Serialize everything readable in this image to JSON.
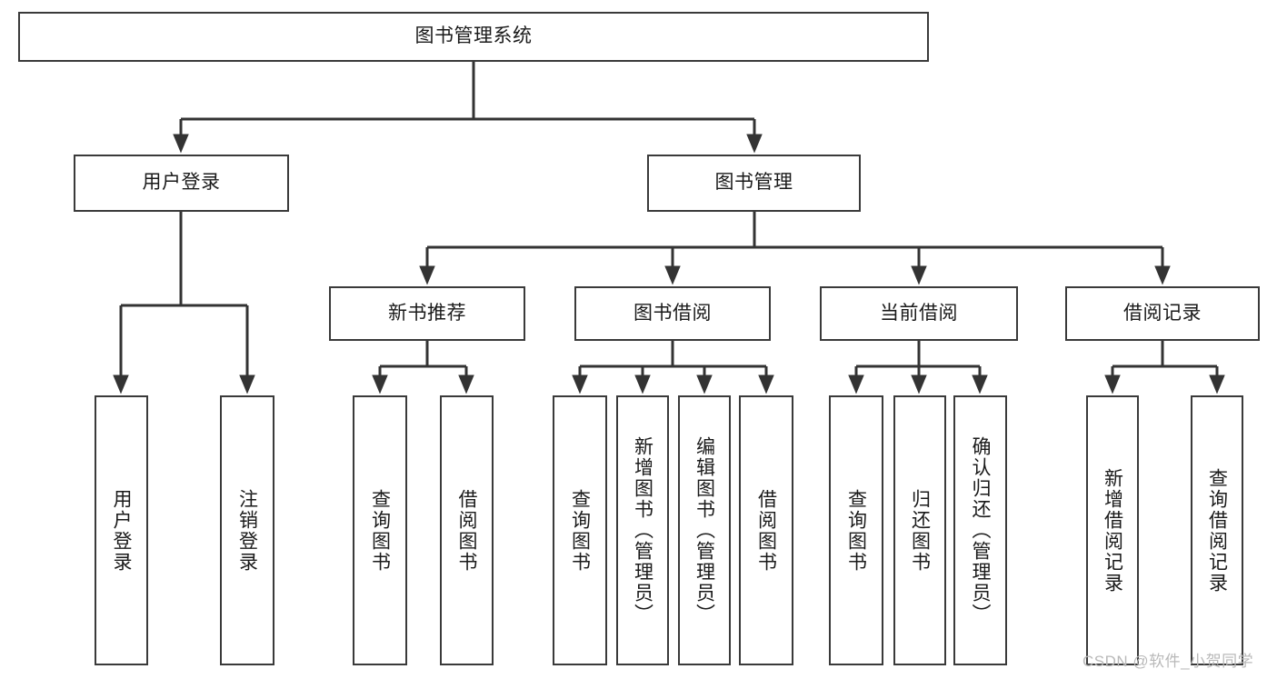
{
  "diagram": {
    "title": "图书管理系统",
    "type": "tree-hierarchy-chart",
    "watermark": "CSDN @软件_小贺同学",
    "colors": {
      "box_border": "#3a3a3a",
      "box_fill": "#ffffff",
      "edge": "#333333",
      "text": "#1a1a1a",
      "watermark": "#b9b9b9",
      "background": "#ffffff"
    },
    "nodes": {
      "root": {
        "label": "图书管理系统"
      },
      "level2": [
        {
          "id": "user-login",
          "label": "用户登录"
        },
        {
          "id": "book-manage",
          "label": "图书管理"
        }
      ],
      "level3": [
        {
          "id": "new-book-rec",
          "label": "新书推荐"
        },
        {
          "id": "book-borrow",
          "label": "图书借阅"
        },
        {
          "id": "current-borrow",
          "label": "当前借阅"
        },
        {
          "id": "borrow-record",
          "label": "借阅记录"
        }
      ],
      "leaves": {
        "user_login": [
          {
            "id": "leaf-user-login",
            "label": "用户登录"
          },
          {
            "id": "leaf-logout-login",
            "label": "注销登录"
          }
        ],
        "new_book_rec": [
          {
            "id": "leaf-query-book-1",
            "label": "查询图书"
          },
          {
            "id": "leaf-borrow-book-1",
            "label": "借阅图书"
          }
        ],
        "book_borrow": [
          {
            "id": "leaf-query-book-2",
            "label": "查询图书"
          },
          {
            "id": "leaf-add-book",
            "label": "新增图书（管理员）"
          },
          {
            "id": "leaf-edit-book",
            "label": "编辑图书（管理员）"
          },
          {
            "id": "leaf-borrow-book-2",
            "label": "借阅图书"
          }
        ],
        "current_borrow": [
          {
            "id": "leaf-query-book-3",
            "label": "查询图书"
          },
          {
            "id": "leaf-return-book",
            "label": "归还图书"
          },
          {
            "id": "leaf-confirm-return",
            "label": "确认归还（管理员）"
          }
        ],
        "borrow_record": [
          {
            "id": "leaf-add-record",
            "label": "新增借阅记录"
          },
          {
            "id": "leaf-query-record",
            "label": "查询借阅记录"
          }
        ]
      }
    }
  }
}
